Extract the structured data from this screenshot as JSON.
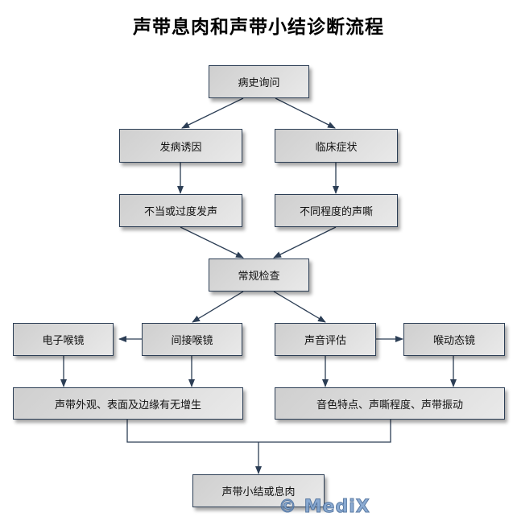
{
  "title": "声带息肉和声带小结诊断流程",
  "nodes": {
    "history": "病史询问",
    "cause": "发病诱因",
    "symptoms": "临床症状",
    "improper_voice": "不当或过度发声",
    "hoarseness": "不同程度的声嘶",
    "routine_exam": "常规检查",
    "electronic_laryngoscope": "电子喉镜",
    "indirect_laryngoscope": "间接喉镜",
    "voice_assessment": "声音评估",
    "stroboscope": "喉动态镜",
    "vocal_fold_findings": "声带外观、表面及边缘有无增生",
    "voice_findings": "音色特点、声嘶程度、声带振动",
    "diagnosis": "声带小结或息肉"
  },
  "watermark": "© MediX",
  "colors": {
    "line": "#2c3e55",
    "box_border": "#2c3e55",
    "watermark": "#7fa3cf"
  }
}
